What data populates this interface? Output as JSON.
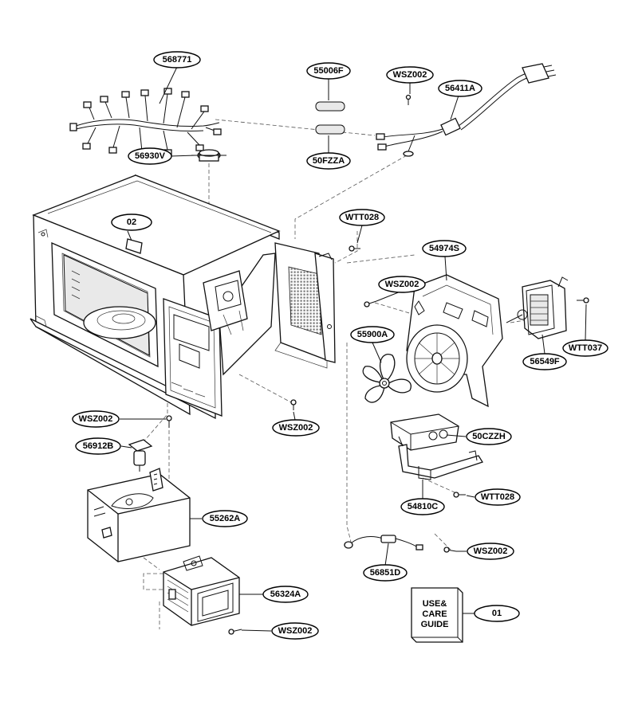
{
  "parts": [
    {
      "id": "p568771",
      "label": "568771"
    },
    {
      "id": "p55006F",
      "label": "55006F"
    },
    {
      "id": "pWSZ002a",
      "label": "WSZ002"
    },
    {
      "id": "p56411A",
      "label": "56411A"
    },
    {
      "id": "p56930V",
      "label": "56930V"
    },
    {
      "id": "p50FZZA",
      "label": "50FZZA"
    },
    {
      "id": "p02",
      "label": "02"
    },
    {
      "id": "pWTT028a",
      "label": "WTT028"
    },
    {
      "id": "p54974S",
      "label": "54974S"
    },
    {
      "id": "pWSZ002b",
      "label": "WSZ002"
    },
    {
      "id": "p55900A",
      "label": "55900A"
    },
    {
      "id": "p56549F",
      "label": "56549F"
    },
    {
      "id": "pWTT037",
      "label": "WTT037"
    },
    {
      "id": "pWSZ002c",
      "label": "WSZ002"
    },
    {
      "id": "pWSZ002d",
      "label": "WSZ002"
    },
    {
      "id": "p56912B",
      "label": "56912B"
    },
    {
      "id": "p50CZZH",
      "label": "50CZZH"
    },
    {
      "id": "p55262A",
      "label": "55262A"
    },
    {
      "id": "p54810C",
      "label": "54810C"
    },
    {
      "id": "pWTT028b",
      "label": "WTT028"
    },
    {
      "id": "pWSZ002e",
      "label": "WSZ002"
    },
    {
      "id": "p56851D",
      "label": "56851D"
    },
    {
      "id": "p56324A",
      "label": "56324A"
    },
    {
      "id": "pWSZ002f",
      "label": "WSZ002"
    },
    {
      "id": "p01",
      "label": "01"
    }
  ],
  "guide": {
    "line1": "USE&",
    "line2": "CARE",
    "line3": "GUIDE"
  }
}
